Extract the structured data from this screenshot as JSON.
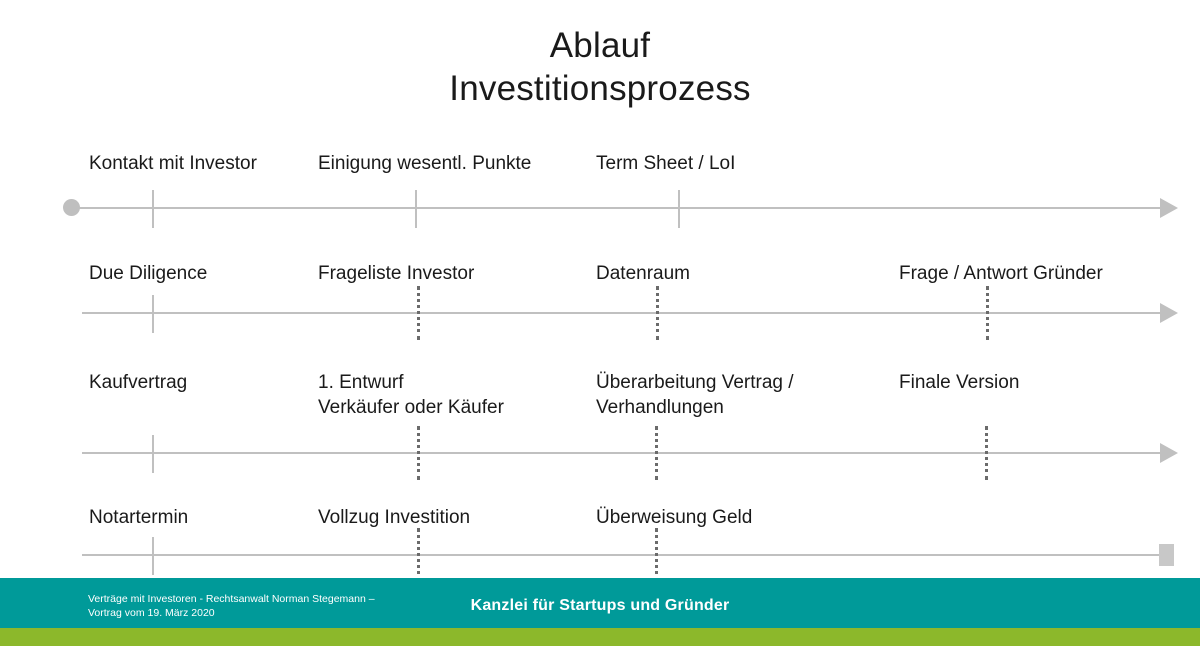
{
  "slide": {
    "title_line1": "Ablauf",
    "title_line2": "Investitionsprozess",
    "background": "#ffffff"
  },
  "colors": {
    "axis": "#c0c0c0",
    "tick_dotted": "#6b6b6b",
    "footer_teal": "#009a99",
    "footer_green": "#8cb82b",
    "text": "#1a1a1a"
  },
  "rows": [
    {
      "name": "row-1",
      "labels": [
        "Kontakt mit Investor",
        "Einigung wesentl. Punkte",
        "Term Sheet / LoI"
      ],
      "start_marker": "circle",
      "end_marker": "arrow"
    },
    {
      "name": "row-2",
      "labels": [
        "Due Diligence",
        "Frageliste Investor",
        "Datenraum",
        "Frage / Antwort Gründer"
      ],
      "start_marker": "none",
      "end_marker": "arrow"
    },
    {
      "name": "row-3",
      "labels": [
        "Kaufvertrag",
        "1. Entwurf\nVerkäufer oder Käufer",
        "Überarbeitung Vertrag /\nVerhandlungen",
        "Finale Version"
      ],
      "start_marker": "none",
      "end_marker": "arrow"
    },
    {
      "name": "row-4",
      "labels": [
        "Notartermin",
        "Vollzug Investition",
        "Überweisung Geld"
      ],
      "start_marker": "none",
      "end_marker": "square"
    }
  ],
  "footer": {
    "left_text": "Verträge mit Investoren - Rechtsanwalt Norman Stegemann –\nVortrag vom 19. März 2020",
    "center_text": "Kanzlei für Startups und Gründer"
  }
}
